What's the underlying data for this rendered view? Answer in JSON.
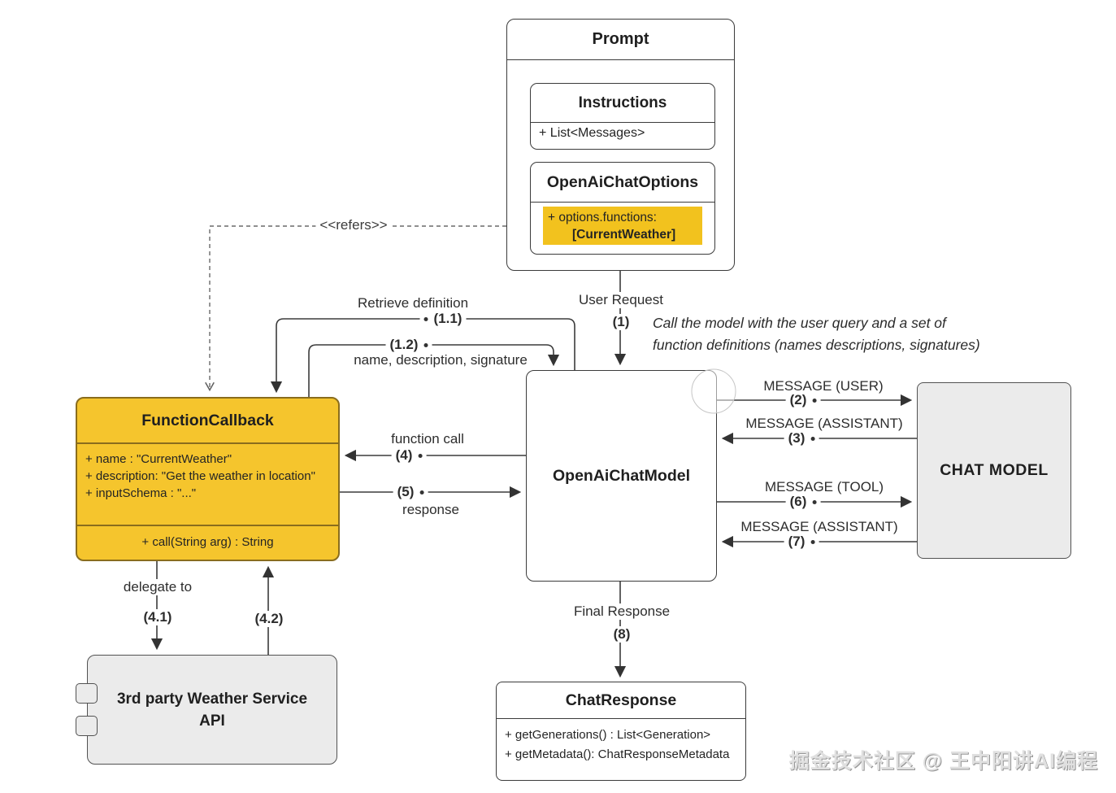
{
  "diagram": {
    "colors": {
      "yellow": "#F5C52D",
      "yellow_border": "#8a6d1d",
      "highlight": "#F2C21E",
      "gray_fill": "#EBEBEB",
      "line": "#3b3b3b"
    },
    "prompt": {
      "title": "Prompt",
      "instructions": {
        "title": "Instructions",
        "attribute": "+ List<Messages>"
      },
      "options": {
        "title": "OpenAiChatOptions",
        "attribute_line1": "+ options.functions:",
        "attribute_line2": "[CurrentWeather]"
      }
    },
    "function_callback": {
      "title": "FunctionCallback",
      "attributes": [
        "+ name : \"CurrentWeather\"",
        "+ description: \"Get the weather in location\"",
        "+ inputSchema : \"...\""
      ],
      "method": "+ call(String arg) : String"
    },
    "openai_chat_model": {
      "title": "OpenAiChatModel"
    },
    "chat_model": {
      "title": "CHAT MODEL"
    },
    "weather_api": {
      "line1": "3rd party Weather Service",
      "line2": "API"
    },
    "chat_response": {
      "title": "ChatResponse",
      "attributes": [
        "+ getGenerations() : List<Generation>",
        "+ getMetadata(): ChatResponseMetadata"
      ]
    },
    "edges": {
      "refers": {
        "label": "<<refers>>"
      },
      "retrieve_definition": {
        "label": "Retrieve definition",
        "step": "(1.1)"
      },
      "name_description_signature": {
        "label": "name, description, signature",
        "step": "(1.2)"
      },
      "user_request": {
        "label": "User Request",
        "step": "(1)"
      },
      "annotation_line1": "Call the model with the user query and a set of",
      "annotation_line2": "function definitions (names descriptions, signatures)",
      "function_call": {
        "label": "function call",
        "step": "(4)"
      },
      "response": {
        "label": "response",
        "step": "(5)"
      },
      "message_user": {
        "label": "MESSAGE (USER)",
        "step": "(2)"
      },
      "message_assistant_first": {
        "label": "MESSAGE (ASSISTANT)",
        "step": "(3)"
      },
      "message_tool": {
        "label": "MESSAGE (TOOL)",
        "step": "(6)"
      },
      "message_assistant_second": {
        "label": "MESSAGE (ASSISTANT)",
        "step": "(7)"
      },
      "delegate_to": {
        "label": "delegate to",
        "step": "(4.1)"
      },
      "delegate_return": {
        "step": "(4.2)"
      },
      "final_response": {
        "label": "Final Response",
        "step": "(8)"
      }
    },
    "watermark": "掘金技术社区 @ 王中阳讲AI编程"
  }
}
